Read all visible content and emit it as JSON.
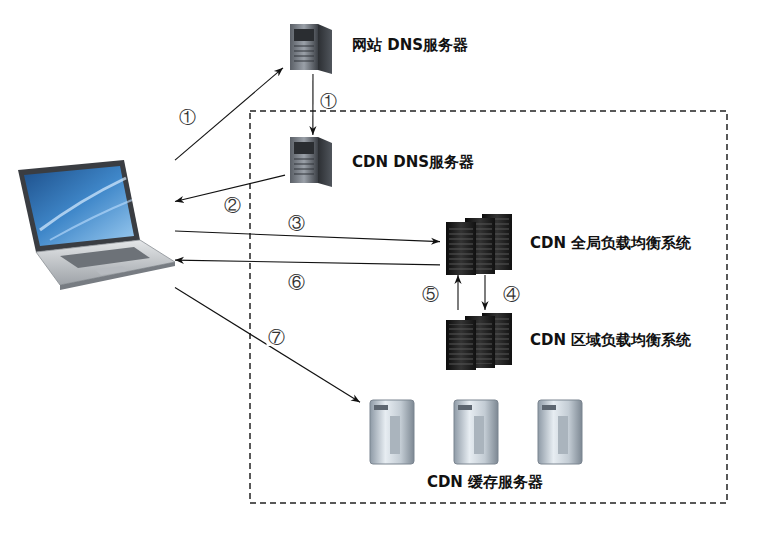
{
  "diagram": {
    "nodes": [
      {
        "text": []
      },
      {
        "text": [
          "网站 DNS服务器"
        ]
      },
      {
        "text": [
          "CDN DNS服务器"
        ]
      },
      {
        "text": [
          "CDN 全局负载均衡系统"
        ]
      },
      {
        "text": [
          "CDN 区域负载均衡系统"
        ]
      },
      {
        "text": [
          "CDN 缓存服务器"
        ]
      }
    ],
    "edges": [
      {
        "from": 0,
        "to": 1,
        "label": "①",
        "arrow": "to"
      },
      {
        "from": 1,
        "to": 2,
        "label": "①",
        "arrow": "to"
      },
      {
        "from": 2,
        "to": 0,
        "label": "②",
        "arrow": "to"
      },
      {
        "from": 0,
        "to": 3,
        "label": "③",
        "arrow": "to"
      },
      {
        "from": 3,
        "to": 4,
        "label": "④",
        "arrow": "to"
      },
      {
        "from": 4,
        "to": 3,
        "label": "⑤",
        "arrow": "to"
      },
      {
        "from": 3,
        "to": 0,
        "label": "⑥",
        "arrow": "to"
      },
      {
        "from": 0,
        "to": 5,
        "label": "⑦",
        "arrow": "to"
      }
    ]
  }
}
